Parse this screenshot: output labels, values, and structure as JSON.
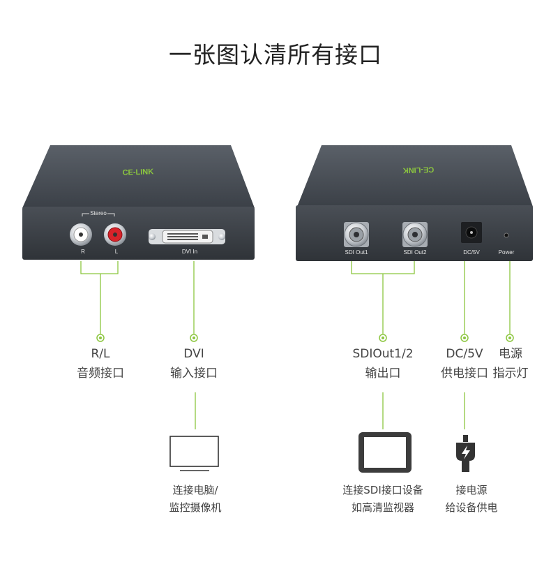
{
  "title": "一张图认清所有接口",
  "brand": "CE-LINK",
  "panel_labels": {
    "stereo": "Stereo",
    "r": "R",
    "l": "L",
    "dvi_in": "DVI In",
    "sdi_out1": "SDI Out1",
    "sdi_out2": "SDI Out2",
    "dc": "DC/5V",
    "power": "Power"
  },
  "ports": [
    {
      "line1": "R/L",
      "line2": "音频接口"
    },
    {
      "line1": "DVI",
      "line2": "输入接口"
    },
    {
      "line1": "SDIOut1/2",
      "line2": "输出口"
    },
    {
      "line1": "DC/5V",
      "line2": "供电接口"
    },
    {
      "line1": "电源",
      "line2": "指示灯"
    }
  ],
  "devices": [
    {
      "line1": "连接电脑/",
      "line2": "监控摄像机",
      "icon": "monitor-icon"
    },
    {
      "line1": "连接SDI接口设备",
      "line2": "如高清监视器",
      "icon": "tablet-screen-icon"
    },
    {
      "line1": "接电源",
      "line2": "给设备供电",
      "icon": "power-plug-icon"
    }
  ],
  "colors": {
    "accent": "#8cc63f",
    "device_body": "#3f444a"
  }
}
